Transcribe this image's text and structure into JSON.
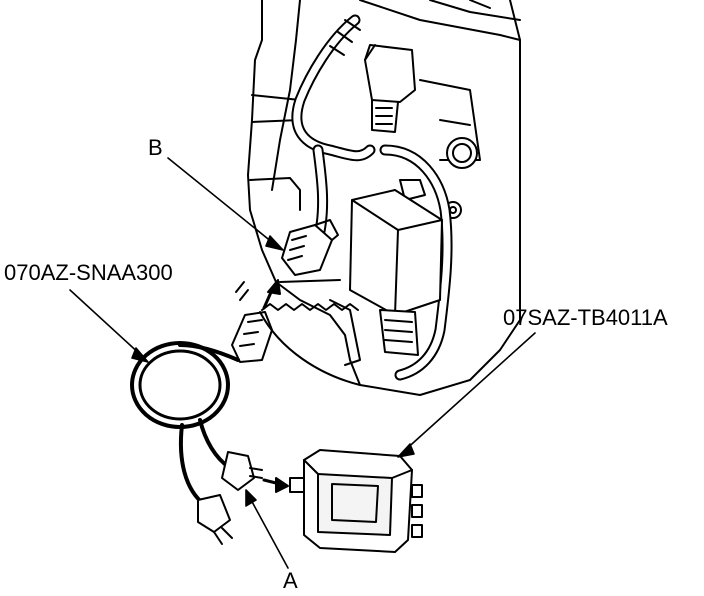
{
  "labels": {
    "b": "B",
    "harness_part": "070AZ-SNAA300",
    "tester_part": "07SAZ-TB4011A",
    "a": "A"
  },
  "colors": {
    "line": "#000000",
    "fill": "#ffffff",
    "shade": "#e6e6e6"
  }
}
